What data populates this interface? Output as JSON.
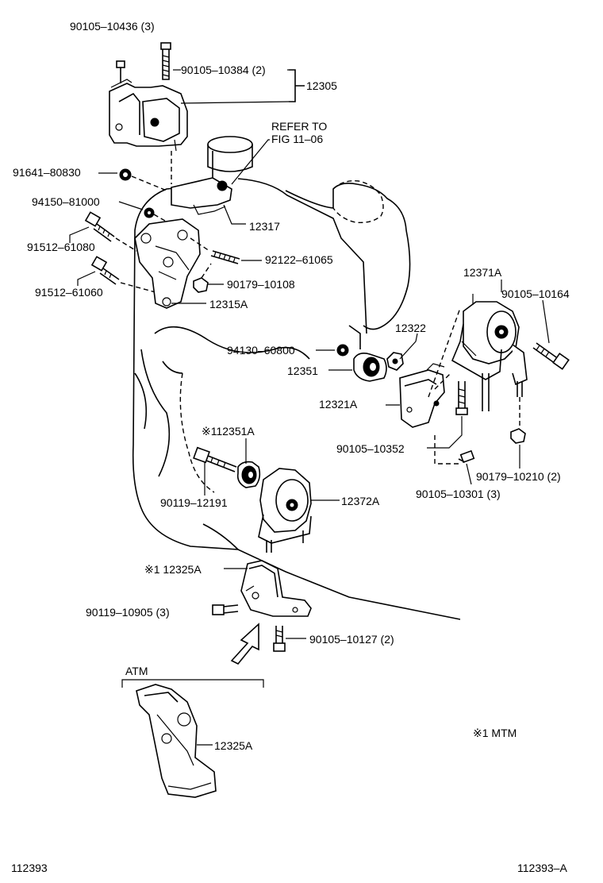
{
  "labels": {
    "p90105_10436": "90105–10436 (3)",
    "p90105_10384": "90105–10384 (2)",
    "p12305": "12305",
    "refer1": "REFER TO",
    "refer2": "FIG 11–06",
    "p91641_80830": "91641–80830",
    "p94150_81000": "94150–81000",
    "p12317": "12317",
    "p91512_61080": "91512–61080",
    "p92122_61065": "92122–61065",
    "p91512_61060": "91512–61060",
    "p90179_10108": "90179–10108",
    "p12315A": "12315A",
    "p12371A": "12371A",
    "p90105_10164": "90105–10164",
    "p12322": "12322",
    "p94130_60800": "94130–60800",
    "p12351": "12351",
    "p12321A": "12321A",
    "p112351A": "※112351A",
    "p90105_10352": "90105–10352",
    "p90179_10210": "90179–10210 (2)",
    "p90105_10301": "90105–10301 (3)",
    "p90119_12191": "90119–12191",
    "p12372A": "12372A",
    "p12325A_mtm": "※1 12325A",
    "p90119_10905": "90119–10905 (3)",
    "p90105_10127": "90105–10127 (2)",
    "atm": "ATM",
    "p12325A_atm": "12325A",
    "note_mtm": "※1 MTM",
    "footer_left": "112393",
    "footer_right": "112393–A"
  }
}
